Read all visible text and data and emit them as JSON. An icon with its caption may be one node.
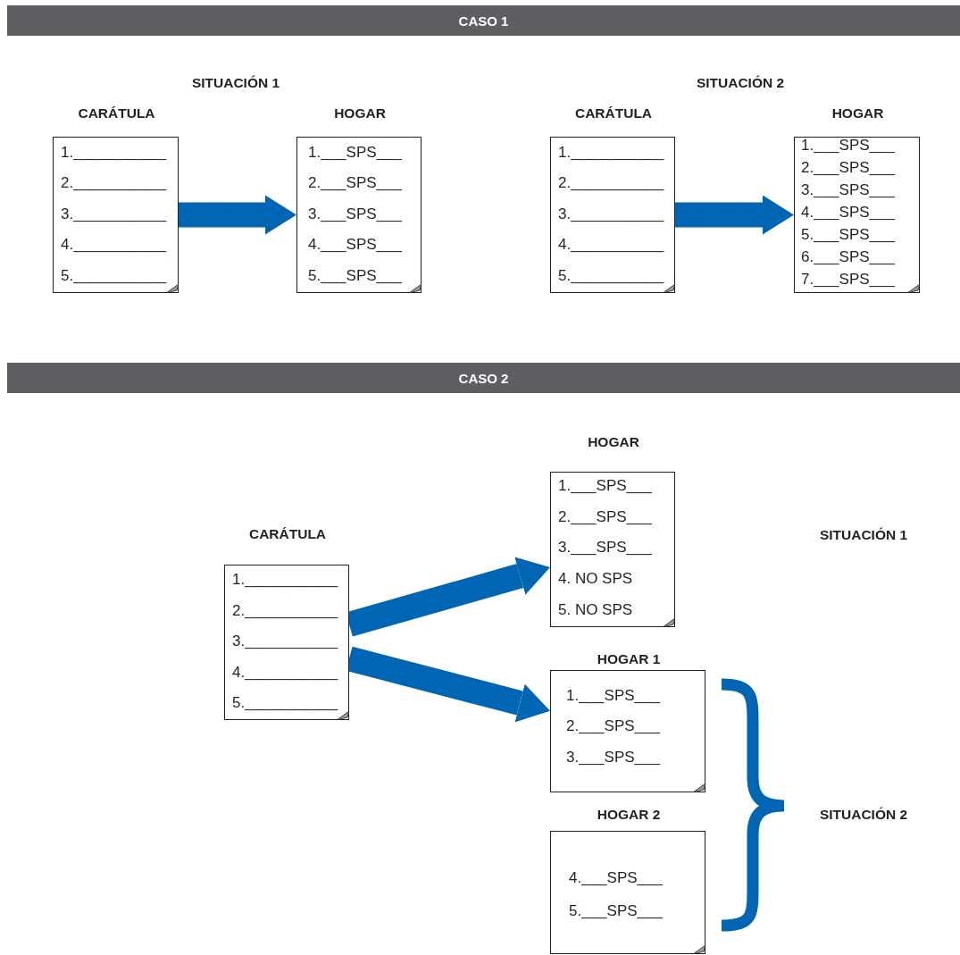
{
  "diagram": {
    "nodes": [
      {
        "text": [
          "CASO 1"
        ]
      },
      {
        "text": [
          "CARÁTULA",
          "1.___________",
          "2.___________",
          "3.___________",
          "4.___________",
          "5.___________"
        ]
      },
      {
        "text": [
          "HOGAR",
          "1.___SPS___",
          "2.___SPS___",
          "3.___SPS___",
          "4.___SPS___",
          "5.___SPS___"
        ]
      },
      {
        "text": [
          "CARÁTULA",
          "1.___________",
          "2.___________",
          "3.___________",
          "4.___________",
          "5.___________"
        ]
      },
      {
        "text": [
          "HOGAR",
          "1.___SPS___",
          "2.___SPS___",
          "3.___SPS___",
          "4.___SPS___",
          "5.___SPS___",
          "6.___SPS___",
          "7.___SPS___"
        ]
      },
      {
        "text": [
          "CASO 2"
        ]
      },
      {
        "text": [
          "CARÁTULA",
          "1.___________",
          "2.___________",
          "3.___________",
          "4.___________",
          "5.___________"
        ]
      },
      {
        "text": [
          "HOGAR",
          "1.___SPS___",
          "2.___SPS___",
          "3.___SPS___",
          "4. NO SPS",
          "5. NO SPS"
        ]
      },
      {
        "text": [
          "HOGAR 1",
          "1.___SPS___",
          "2.___SPS___",
          "3.___SPS___"
        ]
      },
      {
        "text": [
          "HOGAR 2",
          "4.___SPS___",
          "5.___SPS___"
        ]
      }
    ],
    "edges": [
      {
        "from": 1,
        "to": 2,
        "arrow": "to"
      },
      {
        "from": 3,
        "to": 4,
        "arrow": "to"
      },
      {
        "from": 6,
        "to": 7,
        "arrow": "to"
      },
      {
        "from": 6,
        "to": 8,
        "arrow": "to"
      }
    ],
    "labels": [
      "SITUACIÓN 1",
      "SITUACIÓN 2",
      "SITUACIÓN 1",
      "SITUACIÓN 2"
    ]
  }
}
